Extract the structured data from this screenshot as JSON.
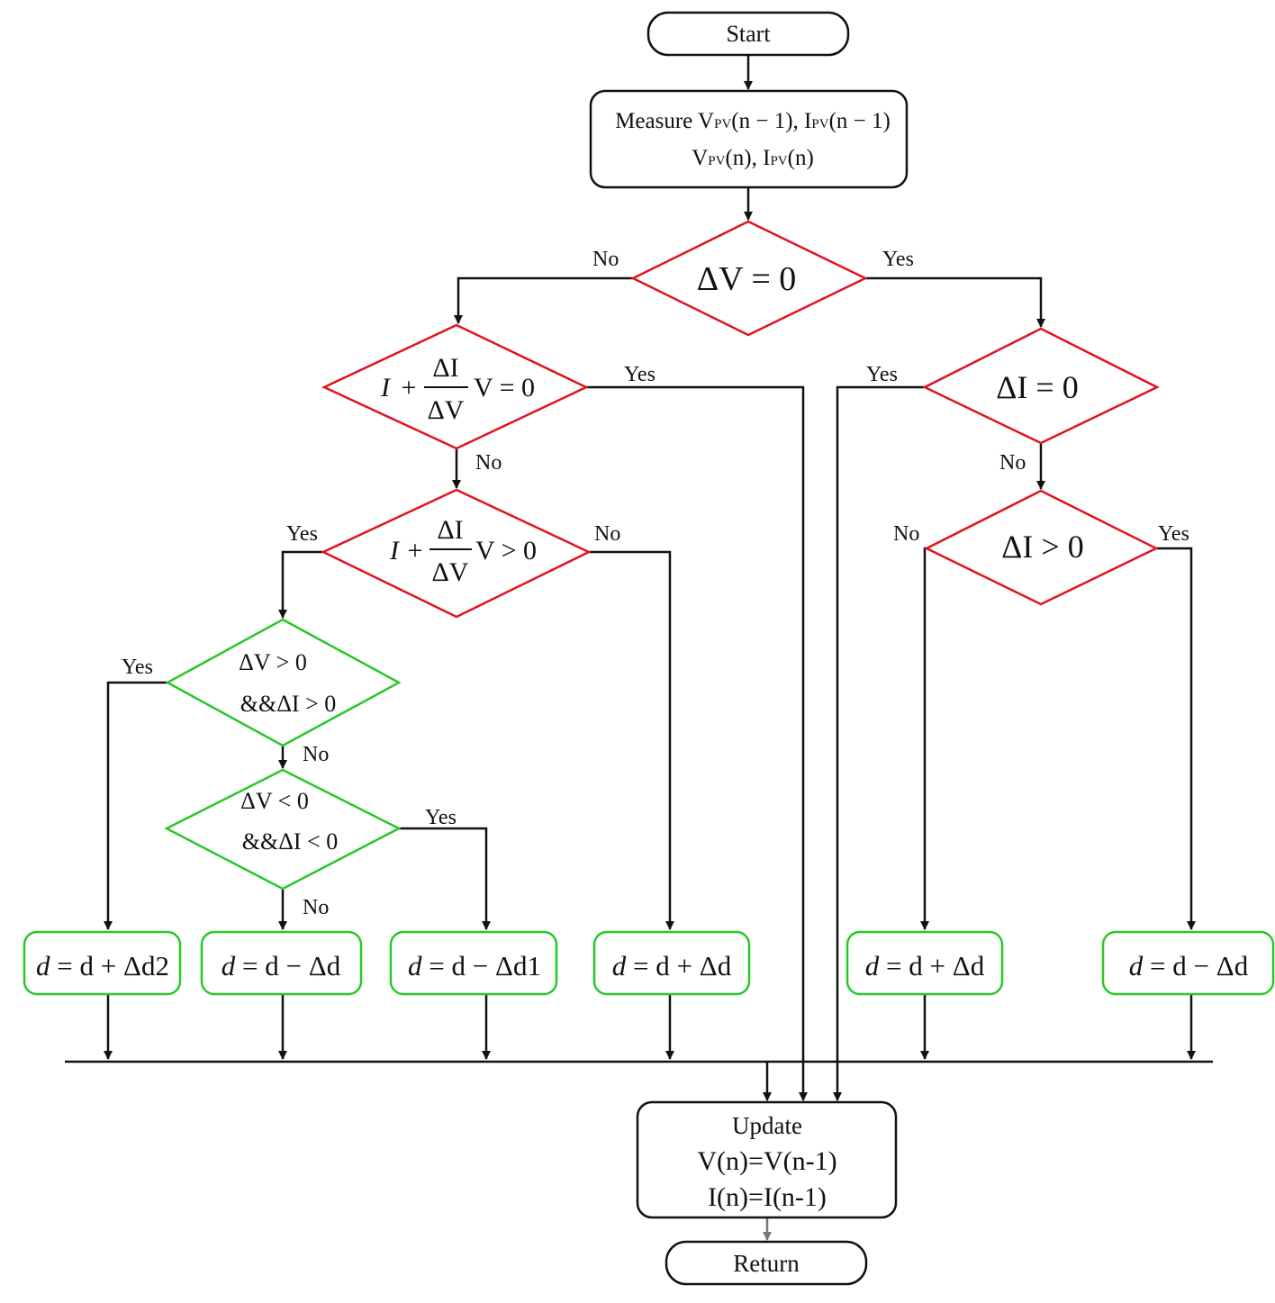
{
  "colors": {
    "line": "#111111",
    "decision_main": "#e0141e",
    "decision_sub": "#28c828",
    "action_box": "#28c828",
    "return_arrow": "#777777"
  },
  "nodes": {
    "start": "Start",
    "measure": {
      "line1_prefix": "Measure V",
      "pv": "PV",
      "line1_mid1": "(n − 1), I",
      "line1_mid2": "(n − 1)",
      "line2_v": "V",
      "line2_mid": "(n), I",
      "line2_end": "(n)"
    },
    "dv_zero": "ΔV = 0",
    "incond_eq": {
      "i": "I",
      "plus": "+",
      "num": "ΔI",
      "den": "ΔV",
      "tail": "V = 0"
    },
    "incond_gt": {
      "i": "I",
      "plus": "+",
      "num": "ΔI",
      "den": "ΔV",
      "tail": "V > 0"
    },
    "dv_gt": {
      "line1": "ΔV > 0",
      "line2": "&&ΔI > 0"
    },
    "dv_lt": {
      "line1": "ΔV < 0",
      "line2": "&&ΔI < 0"
    },
    "di_zero": "ΔI = 0",
    "di_gt": "ΔI > 0",
    "actions": [
      {
        "d": "d",
        "expr": " = d + Δd2"
      },
      {
        "d": "d",
        "expr": " = d − Δd"
      },
      {
        "d": "d",
        "expr": " = d − Δd1"
      },
      {
        "d": "d",
        "expr": " = d + Δd"
      },
      {
        "d": "d",
        "expr": " = d + Δd"
      },
      {
        "d": "d",
        "expr": " = d − Δd"
      }
    ],
    "update": {
      "line1": "Update",
      "line2": "V(n)=V(n-1)",
      "line3": "I(n)=I(n-1)"
    },
    "return": "Return"
  },
  "labels": {
    "yes": "Yes",
    "no": "No"
  }
}
